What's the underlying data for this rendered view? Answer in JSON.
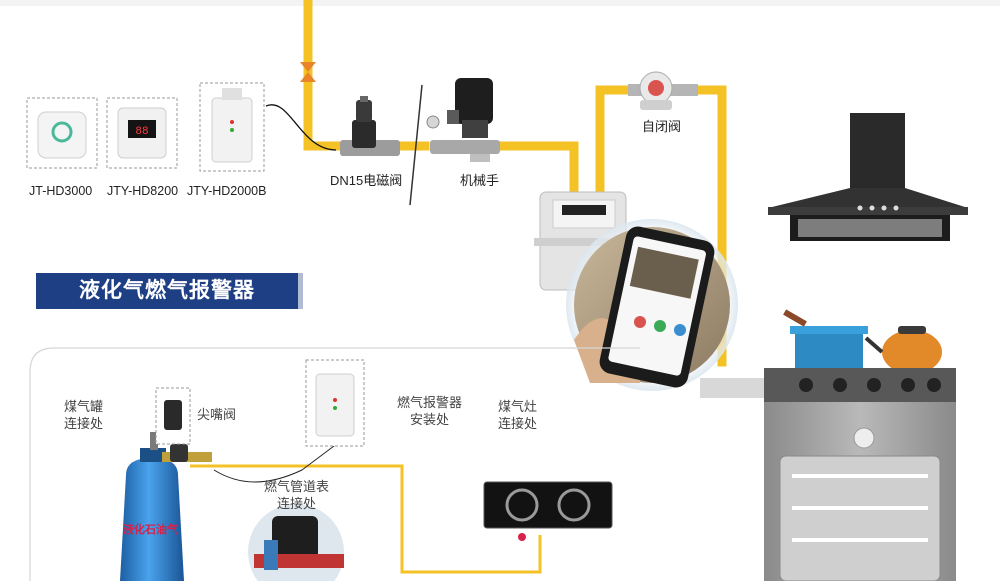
{
  "title": "液化气燃气报警器",
  "devices": [
    {
      "label": "JT-HD3000"
    },
    {
      "label": "JTY-HD8200",
      "display": "88"
    },
    {
      "label": "JTY-HD2000B"
    }
  ],
  "top_labels": {
    "solenoid_valve": "DN15电磁阀",
    "manipulator": "机械手",
    "auto_close_valve": "自闭阀"
  },
  "bottom_labels": {
    "tank_connection": [
      "煤气罐",
      "连接处"
    ],
    "nozzle_valve": "尖嘴阀",
    "alarm_install": [
      "燃气报警器",
      "安装处"
    ],
    "stove_connection": [
      "煤气灶",
      "连接处"
    ],
    "pipe_meter": [
      "燃气管道表",
      "连接处"
    ],
    "cylinder_text": "液化石油气"
  },
  "colors": {
    "pipe": "#f5c225",
    "banner": "#1f3f85",
    "hood": "#2a2a2a",
    "cylinder": "#2f83d0",
    "stove": "#6e6e6e"
  }
}
